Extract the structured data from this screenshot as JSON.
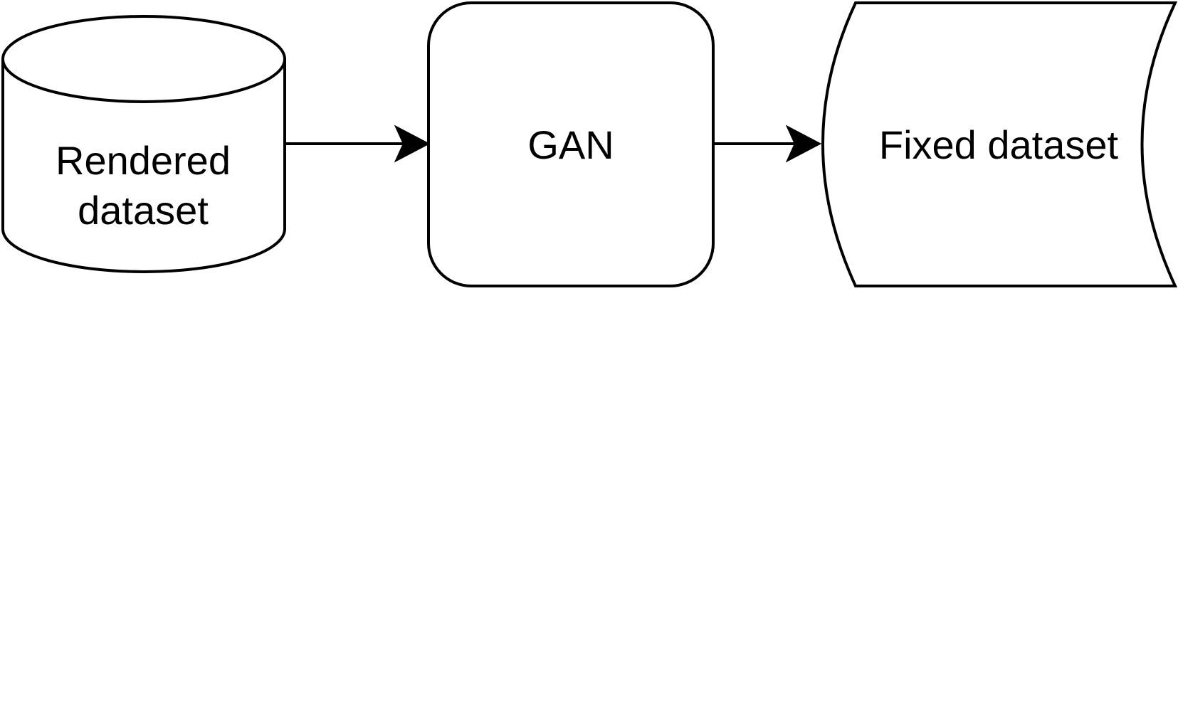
{
  "nodes": {
    "rendered_dataset": {
      "label_line1": "Rendered",
      "label_line2": "dataset"
    },
    "gan": {
      "label": "GAN"
    },
    "fixed_dataset": {
      "label": "Fixed dataset"
    }
  },
  "edges": [
    {
      "from": "Rendered dataset",
      "to": "GAN"
    },
    {
      "from": "GAN",
      "to": "Fixed dataset"
    }
  ],
  "colors": {
    "stroke": "#000000",
    "fill": "#ffffff",
    "text": "#000000"
  }
}
